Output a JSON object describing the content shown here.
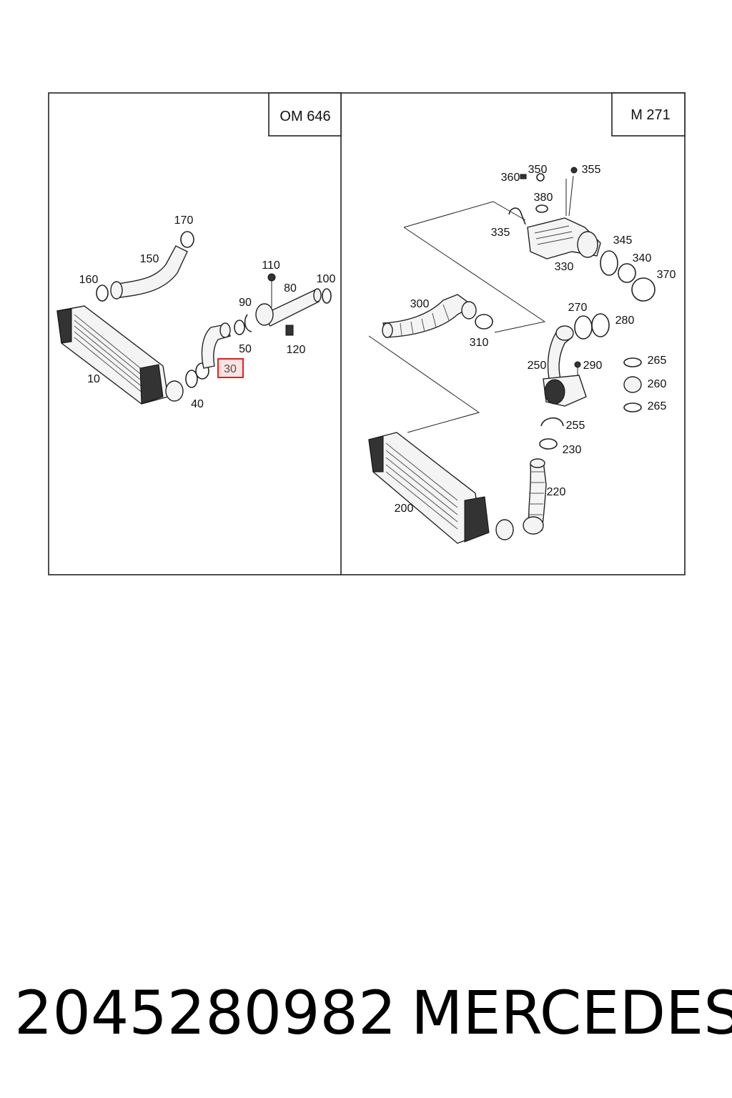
{
  "panels": [
    {
      "title": "OM 646",
      "labels": [
        "170",
        "150",
        "160",
        "10",
        "40",
        "30",
        "50",
        "90",
        "110",
        "80",
        "100",
        "120"
      ],
      "highlighted": "30"
    },
    {
      "title": "M 271",
      "labels": [
        "360",
        "350",
        "355",
        "380",
        "335",
        "345",
        "330",
        "340",
        "370",
        "300",
        "310",
        "270",
        "280",
        "250",
        "290",
        "265",
        "260",
        "265",
        "255",
        "230",
        "220",
        "200"
      ]
    }
  ],
  "footer": {
    "part_number": "2045280982",
    "brand": "MERCEDES"
  },
  "colors": {
    "highlight_border": "#e02020",
    "highlight_fill": "#fbe3e3",
    "line": "#222222"
  }
}
